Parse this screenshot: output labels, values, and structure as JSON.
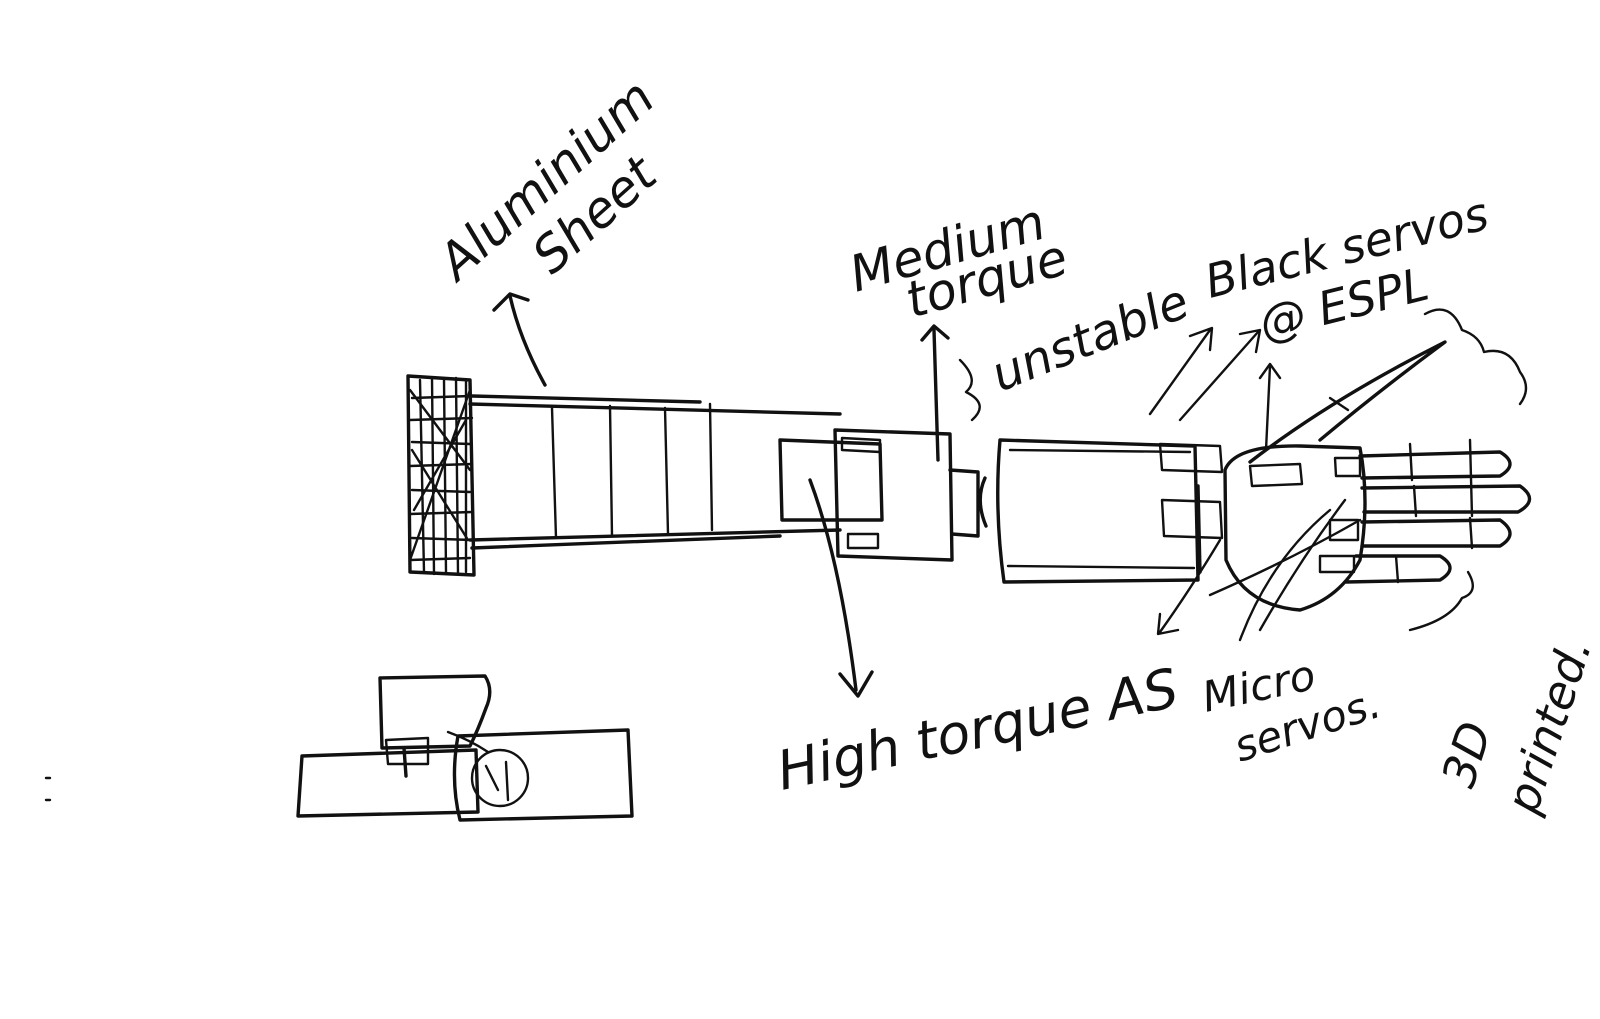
{
  "labels": {
    "aluminium_line1": "Aluminium",
    "aluminium_line2": "Sheet",
    "medium_line1": "Medium",
    "medium_line2": "torque",
    "unstable": "unstable",
    "black_servos_line1": "Black servos",
    "black_servos_line2": "@ ESPL",
    "high_torque": "High torque AS",
    "micro_line1": "Micro",
    "micro_line2": "servos.",
    "printed_line1": "3D",
    "printed_line2": "printed."
  },
  "colors": {
    "ink": "#111111",
    "paper": "#ffffff"
  }
}
